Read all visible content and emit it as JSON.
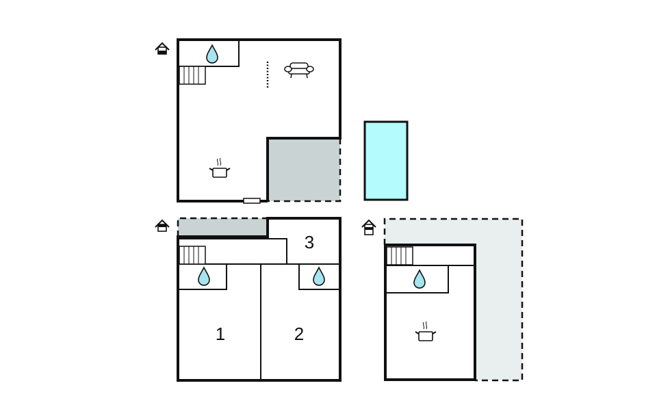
{
  "colors": {
    "wall": "#111111",
    "terrace": "#c9d3d3",
    "garden": "#e9eeee",
    "pool": "#b3fbfd",
    "water": "#a6e4f0"
  },
  "floors": [
    {
      "id": "ground",
      "icon": "floor-level-icon",
      "rooms": []
    },
    {
      "id": "upper",
      "icon": "floor-level-icon",
      "rooms": [
        {
          "label": "1"
        },
        {
          "label": "2"
        },
        {
          "label": "3"
        }
      ]
    },
    {
      "id": "annex",
      "icon": "floor-level-icon",
      "rooms": []
    }
  ],
  "labels": {
    "room1": "1",
    "room2": "2",
    "room3": "3"
  }
}
